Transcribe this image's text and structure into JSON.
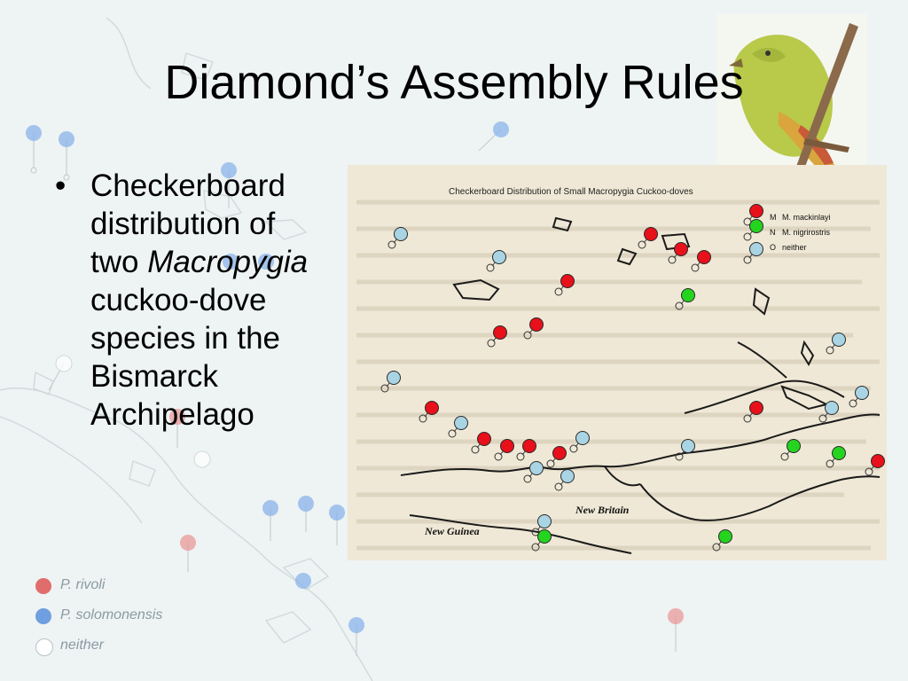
{
  "slide": {
    "title": "Diamond’s Assembly Rules",
    "bullet": {
      "marker": "•",
      "lines": [
        "Checkerboard",
        "distribution of",
        "two ",
        "cuckoo-dove",
        "species in the",
        "Bismarck",
        "Archipelago"
      ],
      "italic_word": "Macropygia"
    }
  },
  "figure": {
    "heading": "Checkerboard Distribution of Small Macropygia Cuckoo-doves",
    "legend": [
      {
        "code": "M",
        "species": "M. mackinlayi",
        "color": "#e8101a"
      },
      {
        "code": "N",
        "species": "M. nigrirostris",
        "color": "#24d41f"
      },
      {
        "code": "O",
        "species": "neither",
        "color": "#a9d4e4"
      }
    ],
    "labels": {
      "new_britain": "New Britain",
      "new_guinea": "New Guinea"
    },
    "points": {
      "red": [
        [
          853,
          238
        ],
        [
          734,
          264
        ],
        [
          768,
          281
        ],
        [
          794,
          290
        ],
        [
          640,
          317
        ],
        [
          605,
          366
        ],
        [
          564,
          375
        ],
        [
          487,
          460
        ],
        [
          546,
          495
        ],
        [
          572,
          503
        ],
        [
          597,
          503
        ],
        [
          631,
          511
        ],
        [
          853,
          460
        ],
        [
          990,
          520
        ]
      ],
      "green": [
        [
          853,
          255
        ],
        [
          776,
          333
        ],
        [
          895,
          503
        ],
        [
          946,
          511
        ],
        [
          818,
          605
        ],
        [
          614,
          605
        ]
      ],
      "blue": [
        [
          853,
          281
        ],
        [
          452,
          264
        ],
        [
          563,
          290
        ],
        [
          946,
          383
        ],
        [
          444,
          426
        ],
        [
          972,
          443
        ],
        [
          938,
          460
        ],
        [
          520,
          477
        ],
        [
          657,
          494
        ],
        [
          776,
          503
        ],
        [
          605,
          528
        ],
        [
          640,
          537
        ],
        [
          614,
          588
        ]
      ]
    }
  },
  "background_legend": [
    {
      "name": "P. rivoli",
      "color": "#e06c6c"
    },
    {
      "name": "P. solomonensis",
      "color": "#6f9fe0"
    },
    {
      "name": "neither",
      "color": "#ffffff"
    }
  ]
}
